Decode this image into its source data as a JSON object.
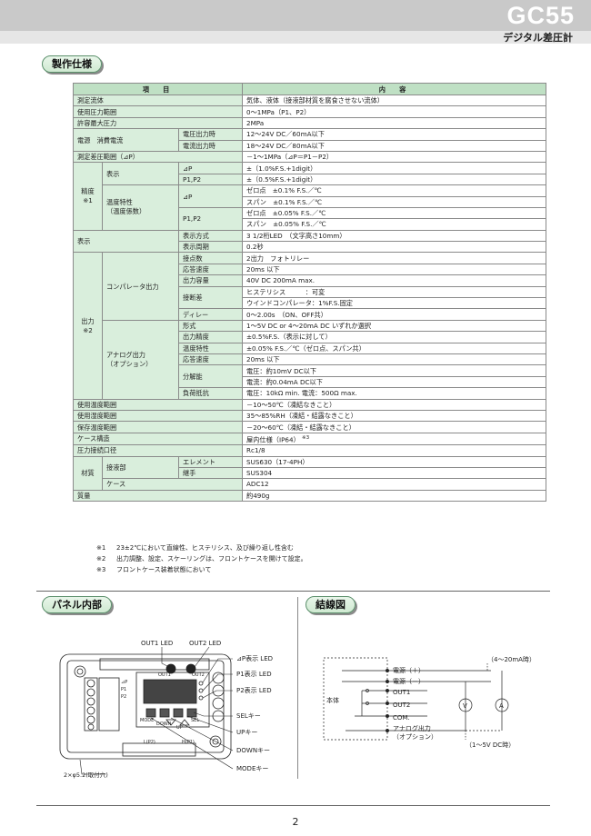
{
  "header": {
    "model": "GC55",
    "subtitle": "デジタル差圧計"
  },
  "sections": {
    "spec": "製作仕様",
    "panel": "パネル内部",
    "wiring": "結線図"
  },
  "spec_table": {
    "col_item": "項　目",
    "col_content": "内　容",
    "rows": {
      "fluid": {
        "label": "測定流体",
        "value": "気体、液体（接液部材質を腐食させない流体）"
      },
      "pressure_range": {
        "label": "使用圧力範囲",
        "value": "0～1MPa（P1、P2）"
      },
      "max_pressure": {
        "label": "許容最大圧力",
        "value": "2MPa"
      },
      "power": {
        "label": "電源　消費電流",
        "v_sub": "電圧出力時",
        "v_val": "12～24V DC／60mA以下",
        "c_sub": "電流出力時",
        "c_val": "18～24V DC／80mA以下"
      },
      "dp_range": {
        "label": "測定差圧範囲（⊿P）",
        "value": "－1～1MPa（⊿P＝P1－P2）"
      },
      "accuracy": {
        "label": "精度",
        "note": "※1",
        "display": "表示",
        "dp": "⊿P",
        "dp_val": "±（1.0%F.S.+1digit）",
        "p12": "P1,P2",
        "p12_val": "±（0.5%F.S.+1digit）",
        "temp": "温度特性",
        "temp2": "（温度係数）",
        "t_dp": "⊿P",
        "t_dp_zero": "ゼロ点　±0.1% F.S.／℃",
        "t_dp_span": "スパン　±0.1% F.S.／℃",
        "t_p12": "P1,P2",
        "t_p12_zero": "ゼロ点　±0.05% F.S.／℃",
        "t_p12_span": "スパン　±0.05% F.S.／℃"
      },
      "display": {
        "label": "表示",
        "method": "表示方式",
        "method_val": "3 1/2桁LED　（文字高さ10mm）",
        "cycle": "表示周期",
        "cycle_val": "0.2秒"
      },
      "output": {
        "label": "出力",
        "note": "※2",
        "comp": "コンパレータ出力",
        "contacts": "接点数",
        "contacts_val": "2出力　フォトリレー",
        "response": "応答速度",
        "response_val": "20ms 以下",
        "capacity": "出力容量",
        "capacity_val": "40V DC 200mA max.",
        "hys": "接断差",
        "hys_val": "ヒステリシス　　　：可変",
        "window_val": "ウインドコンパレータ：1%F.S.固定",
        "delay": "ディレー",
        "delay_val": "0～2.00s　（ON、OFF共）",
        "analog": "アナログ出力",
        "analog2": "（オプション）",
        "form": "形式",
        "form_val": "1～5V DC or 4～20mA DC いずれか選択",
        "out_acc": "出力精度",
        "out_acc_val": "±0.5%F.S.（表示に対して）",
        "a_temp": "温度特性",
        "a_temp_val": "±0.05% F.S.／℃（ゼロ点、スパン共）",
        "a_resp": "応答速度",
        "a_resp_val": "20ms 以下",
        "resolution": "分解能",
        "res_v": "電圧：約10mV DC以下",
        "res_c": "電流：約0.04mA DC以下",
        "load": "負荷抵抗",
        "load_val": "電圧：10kΩ min.  電流：500Ω max."
      },
      "temp_range": {
        "label": "使用温度範囲",
        "value": "－10～50℃（凍結なきこと）"
      },
      "humidity": {
        "label": "使用湿度範囲",
        "value": "35～85%RH（凍結・結露なきこと）"
      },
      "storage": {
        "label": "保存温度範囲",
        "value": "－20～60℃（凍結・結露なきこと）"
      },
      "case_struct": {
        "label": "ケース構造",
        "value": "屋内仕様（IP64）",
        "sup": "※3"
      },
      "port": {
        "label": "圧力接続口径",
        "value": "Rc1/8"
      },
      "material": {
        "label": "材質",
        "wetted": "接液部",
        "element": "エレメント",
        "element_val": "SUS630（17-4PH）",
        "fitting": "継手",
        "fitting_val": "SUS304",
        "case": "ケース",
        "case_val": "ADC12"
      },
      "mass": {
        "label": "質量",
        "value": "約490g"
      }
    }
  },
  "notes": [
    {
      "key": "※1",
      "text": "23±2℃において直線性、ヒステリシス、及び繰り返し性含む"
    },
    {
      "key": "※2",
      "text": "出力調整、設定、スケーリングは、フロントケースを開けて設定。"
    },
    {
      "key": "※3",
      "text": "フロントケース装着状態において"
    }
  ],
  "panel": {
    "out1_led": "OUT1 LED",
    "out2_led": "OUT2 LED",
    "dp_led": "⊿P表示 LED",
    "p1_led": "P1表示 LED",
    "p2_led": "P2表示 LED",
    "sel_key": "SELキー",
    "up_key": "UPキー",
    "down_key": "DOWNキー",
    "mode_key": "MODEキー",
    "holes": "2×φ5.2(取付穴)",
    "board_out1": "OUT1",
    "board_out2": "OUT2",
    "board_mode": "MODE",
    "board_down": "DOWN",
    "board_up": "UP",
    "board_sel": "SEL",
    "board_lp2": "L(P2)",
    "board_hp1": "H(P1)",
    "board_dp": "⊿P",
    "board_p1": "P1",
    "board_p2": "P2"
  },
  "wiring": {
    "body": "本体",
    "power_plus": "電源（＋）",
    "power_minus": "電源（－）",
    "out1": "OUT1",
    "out2": "OUT2",
    "com": "COM.",
    "analog": "アナログ出力",
    "analog2": "（オプション）",
    "current": "（4～20mA時）",
    "voltage": "（1～5V DC時）",
    "v_symbol": "V",
    "a_symbol": "A"
  },
  "page_number": "2"
}
